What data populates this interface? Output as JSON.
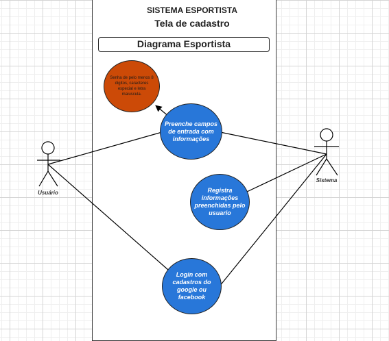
{
  "system": {
    "title": "SISTEMA ESPORTISTA",
    "subtitle": "Tela de cadastro",
    "diagram_label": "Diagrama Esportista"
  },
  "actors": {
    "user": "Usuário",
    "system": "Sistema"
  },
  "use_cases": {
    "fill_fields": "Preenche campos de entrada com informações",
    "register_info": "Registra informações preenchidas pelo usuario",
    "login": "Login com cadastros do google ou facebook"
  },
  "note": {
    "password_rule": "Senha de pelo menos 8 digitos, caracteres especial e letra maiuscula."
  },
  "colors": {
    "use_case_fill": "#2877d9",
    "note_fill": "#cc4a07"
  }
}
